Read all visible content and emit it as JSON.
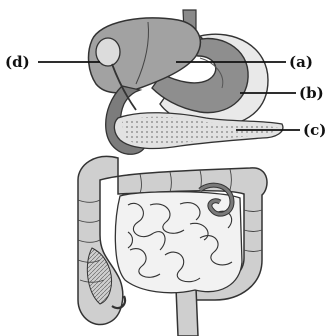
{
  "labels": {
    "a": "(a)",
    "b": "(b)",
    "c": "(c)",
    "d": "(d)"
  },
  "colors": {
    "background": "#ffffff",
    "ink": "#111111",
    "organ_dark": "#6e6e6e",
    "organ_mid": "#9c9c9c",
    "organ_light": "#c9c9c9",
    "organ_pale": "#e6e6e6"
  }
}
